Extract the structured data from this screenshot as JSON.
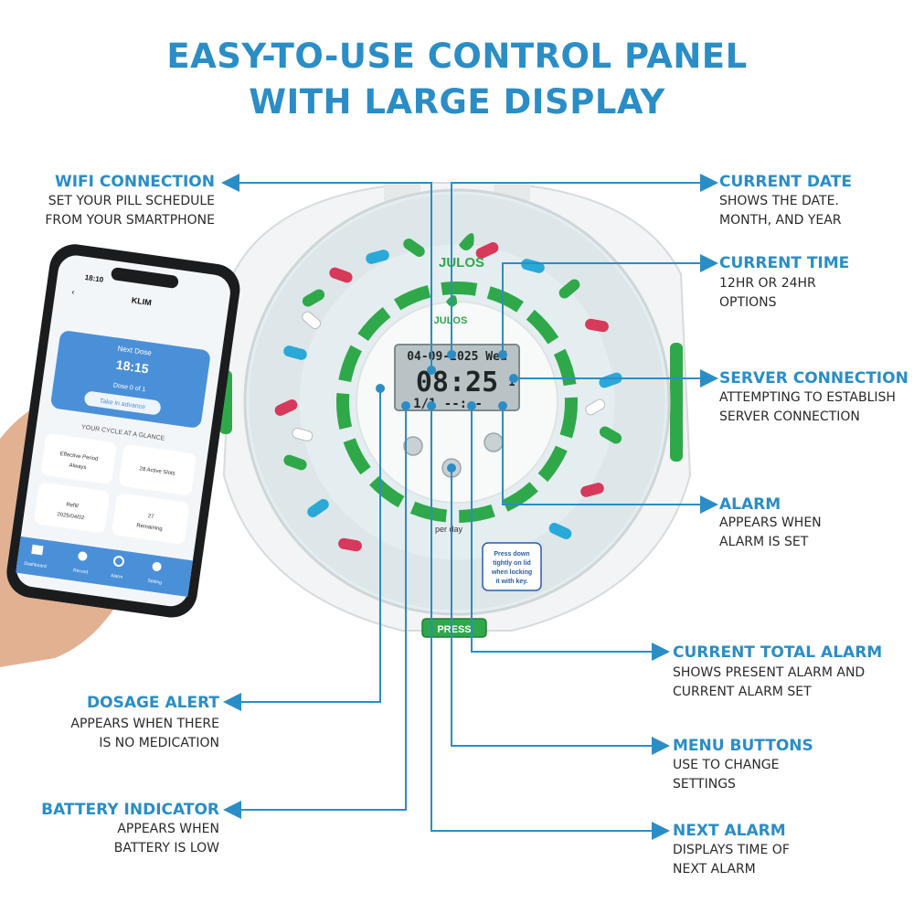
{
  "heading": {
    "line1": "EASY-TO-USE CONTROL PANEL",
    "line2": "WITH LARGE DISPLAY"
  },
  "callouts": {
    "wifi": {
      "label": "WIFI CONNECTION",
      "desc1": "SET YOUR PILL SCHEDULE",
      "desc2": "FROM YOUR SMARTPHONE"
    },
    "date": {
      "label": "CURRENT DATE",
      "desc1": "SHOWS THE DATE.",
      "desc2": "MONTH, AND YEAR"
    },
    "time": {
      "label": "CURRENT TIME",
      "desc1": "12HR OR 24HR",
      "desc2": "OPTIONS"
    },
    "server": {
      "label": "SERVER CONNECTION",
      "desc1": "ATTEMPTING TO ESTABLISH",
      "desc2": "SERVER CONNECTION"
    },
    "alarm": {
      "label": "ALARM",
      "desc1": "APPEARS WHEN",
      "desc2": "ALARM IS SET"
    },
    "total_alarm": {
      "label": "CURRENT TOTAL ALARM",
      "desc1": "SHOWS PRESENT ALARM AND",
      "desc2": "CURRENT ALARM SET"
    },
    "dosage": {
      "label": "DOSAGE ALERT",
      "desc1": "APPEARS WHEN THERE",
      "desc2": "IS NO MEDICATION"
    },
    "menu": {
      "label": "MENU BUTTONS",
      "desc1": "USE TO CHANGE",
      "desc2": "SETTINGS"
    },
    "battery": {
      "label": "BATTERY INDICATOR",
      "desc1": "APPEARS WHEN",
      "desc2": "BATTERY IS LOW"
    },
    "next_alarm": {
      "label": "NEXT ALARM",
      "desc1": "DISPLAYS TIME OF",
      "desc2": "NEXT ALARM"
    }
  },
  "device": {
    "brand": "JULOS",
    "lcd_date": "04-09-2025 Wed",
    "lcd_time": "08:25",
    "lcd_bottom": "1/1 --:--",
    "lcd_side": "1",
    "press_label": "PRESS",
    "per_day": "per day",
    "sticker1": "Press down",
    "sticker2": "tightly on lid",
    "sticker3": "when locking",
    "sticker4": "it with key."
  },
  "phone": {
    "status_time": "18:10",
    "app_title": "KLIM",
    "next_dose_label": "Next Dose",
    "next_dose_time": "18:15",
    "dose_count": "Dose 0 of 1",
    "take_btn": "Take in advance",
    "cycle_heading": "YOUR CYCLE AT A GLANCE",
    "card1_line1": "Effective Period",
    "card1_line2": "Always",
    "card2": "28 Active Slots",
    "card3_line1": "Refill",
    "card3_line2": "2025/04/02",
    "card4_line1": "27",
    "card4_line2": "Remaining",
    "nav": [
      "Dashboard",
      "Record",
      "Alarm",
      "Setting"
    ]
  },
  "colors": {
    "accent": "#2a8dc6",
    "green": "#2fa84a",
    "lcd": "#b9c3c6"
  }
}
